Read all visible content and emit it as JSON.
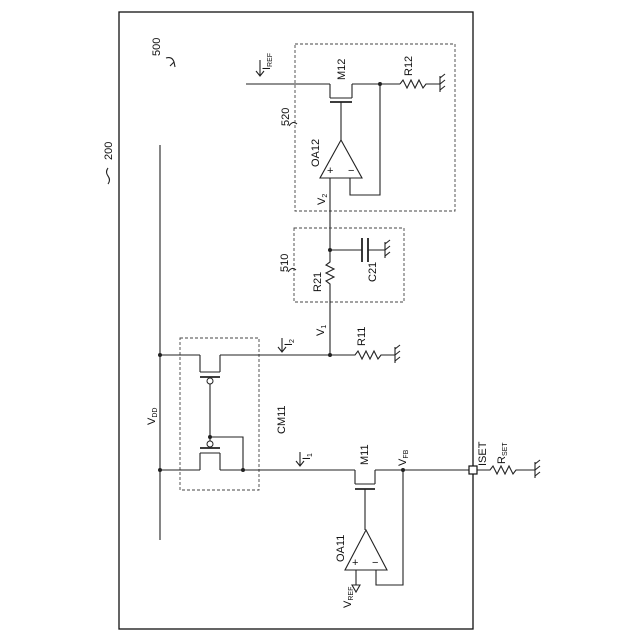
{
  "refs": {
    "figure": "500",
    "chip": "200",
    "block520": "520",
    "block510": "510",
    "cm": "CM11"
  },
  "components": {
    "m12": "M12",
    "r12": "R12",
    "oa12": "OA12",
    "r21": "R21",
    "c21": "C21",
    "r11": "R11",
    "m11": "M11",
    "oa11": "OA11",
    "rset_main": "R",
    "rset_sub": "SET"
  },
  "signals": {
    "iref_main": "I",
    "iref_sub": "REF",
    "v2_main": "V",
    "v2_sub": "2",
    "v1_main": "V",
    "v1_sub": "1",
    "i2_main": "I",
    "i2_sub": "2",
    "i1_main": "I",
    "i1_sub": "1",
    "vfb_main": "V",
    "vfb_sub": "FB",
    "vref_main": "V",
    "vref_sub": "REF",
    "vdd_main": "V",
    "vdd_sub": "DD",
    "iset": "ISET"
  },
  "opamp_signs": {
    "plus": "+",
    "minus": "−"
  }
}
